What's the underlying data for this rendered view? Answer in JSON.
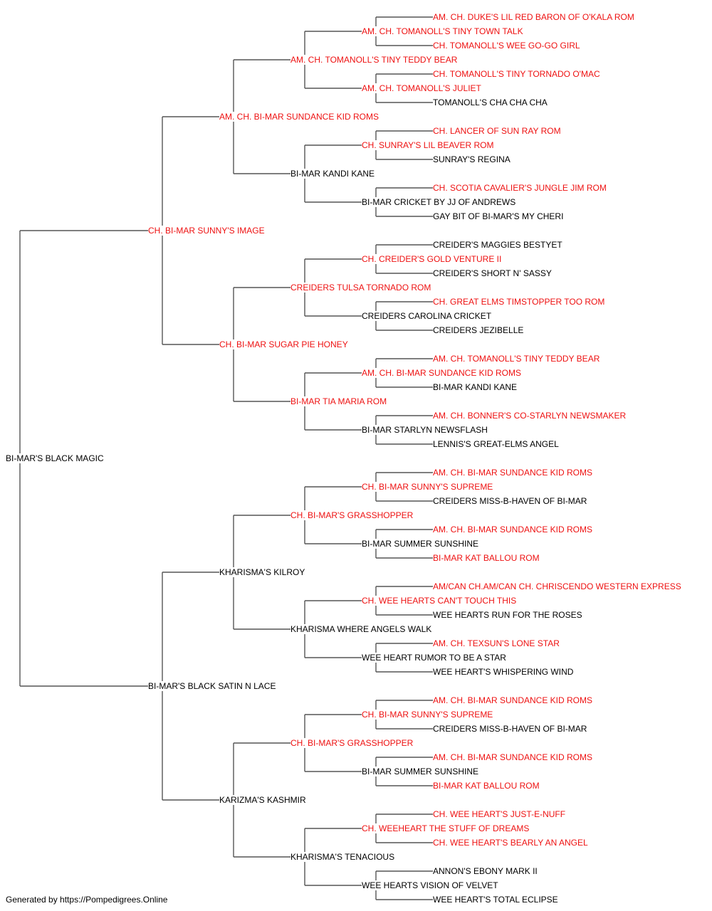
{
  "pedigree": {
    "subject": {
      "name": "BI-MAR'S BLACK MAGIC",
      "champion": false
    },
    "generation_1": [
      {
        "name": "CH. BI-MAR SUNNY'S IMAGE",
        "champion": true
      },
      {
        "name": "BI-MAR'S BLACK SATIN N LACE",
        "champion": false
      }
    ],
    "generation_2": [
      {
        "name": "AM. CH. BI-MAR SUNDANCE KID ROMS",
        "champion": true
      },
      {
        "name": "CH. BI-MAR SUGAR PIE HONEY",
        "champion": true
      },
      {
        "name": "KHARISMA'S KILROY",
        "champion": false
      },
      {
        "name": "KARIZMA'S KASHMIR",
        "champion": false
      }
    ],
    "generation_3": [
      {
        "name": "AM. CH. TOMANOLL'S TINY TEDDY BEAR",
        "champion": true
      },
      {
        "name": "BI-MAR KANDI KANE",
        "champion": false
      },
      {
        "name": "CREIDERS TULSA TORNADO ROM",
        "champion": true
      },
      {
        "name": "BI-MAR TIA MARIA ROM",
        "champion": true
      },
      {
        "name": "CH. BI-MAR'S GRASSHOPPER",
        "champion": true
      },
      {
        "name": "KHARISMA WHERE ANGELS WALK",
        "champion": false
      },
      {
        "name": "CH. BI-MAR'S GRASSHOPPER",
        "champion": true
      },
      {
        "name": "KHARISMA'S TENACIOUS",
        "champion": false
      }
    ],
    "generation_4": [
      {
        "name": "AM. CH. TOMANOLL'S TINY TOWN TALK",
        "champion": true
      },
      {
        "name": "AM. CH. TOMANOLL'S JULIET",
        "champion": true
      },
      {
        "name": "CH. SUNRAY'S LIL BEAVER ROM",
        "champion": true
      },
      {
        "name": "BI-MAR CRICKET BY JJ OF ANDREWS",
        "champion": false
      },
      {
        "name": "CH. CREIDER'S GOLD VENTURE II",
        "champion": true
      },
      {
        "name": "CREIDERS CAROLINA CRICKET",
        "champion": false
      },
      {
        "name": "AM. CH. BI-MAR SUNDANCE KID ROMS",
        "champion": true
      },
      {
        "name": "BI-MAR STARLYN NEWSFLASH",
        "champion": false
      },
      {
        "name": "CH. BI-MAR SUNNY'S SUPREME",
        "champion": true
      },
      {
        "name": "BI-MAR SUMMER SUNSHINE",
        "champion": false
      },
      {
        "name": "CH. WEE HEARTS CAN'T TOUCH THIS",
        "champion": true
      },
      {
        "name": "WEE HEART RUMOR TO BE A STAR",
        "champion": false
      },
      {
        "name": "CH. BI-MAR SUNNY'S SUPREME",
        "champion": true
      },
      {
        "name": "BI-MAR SUMMER SUNSHINE",
        "champion": false
      },
      {
        "name": "CH. WEEHEART THE STUFF OF DREAMS",
        "champion": true
      },
      {
        "name": "WEE HEARTS VISION OF VELVET",
        "champion": false
      }
    ],
    "generation_5": [
      {
        "name": "AM. CH. DUKE'S LIL RED BARON OF O'KALA ROM",
        "champion": true
      },
      {
        "name": "CH. TOMANOLL'S WEE GO-GO GIRL",
        "champion": true
      },
      {
        "name": "CH. TOMANOLL'S TINY TORNADO O'MAC",
        "champion": true
      },
      {
        "name": "TOMANOLL'S CHA CHA CHA",
        "champion": false
      },
      {
        "name": "CH. LANCER OF SUN RAY ROM",
        "champion": true
      },
      {
        "name": "SUNRAY'S REGINA",
        "champion": false
      },
      {
        "name": "CH. SCOTIA CAVALIER'S JUNGLE JIM ROM",
        "champion": true
      },
      {
        "name": "GAY BIT OF BI-MAR'S MY CHERI",
        "champion": false
      },
      {
        "name": "CREIDER'S MAGGIES BESTYET",
        "champion": false
      },
      {
        "name": "CREIDER'S SHORT N' SASSY",
        "champion": false
      },
      {
        "name": "CH. GREAT ELMS TIMSTOPPER TOO ROM",
        "champion": true
      },
      {
        "name": "CREIDERS JEZIBELLE",
        "champion": false
      },
      {
        "name": "AM. CH. TOMANOLL'S TINY TEDDY BEAR",
        "champion": true
      },
      {
        "name": "BI-MAR KANDI KANE",
        "champion": false
      },
      {
        "name": "AM. CH. BONNER'S CO-STARLYN NEWSMAKER",
        "champion": true
      },
      {
        "name": "LENNIS'S GREAT-ELMS ANGEL",
        "champion": false
      },
      {
        "name": "AM. CH. BI-MAR SUNDANCE KID ROMS",
        "champion": true
      },
      {
        "name": "CREIDERS MISS-B-HAVEN OF BI-MAR",
        "champion": false
      },
      {
        "name": "AM. CH. BI-MAR SUNDANCE KID ROMS",
        "champion": true
      },
      {
        "name": "BI-MAR KAT BALLOU ROM",
        "champion": true
      },
      {
        "name": "AM/CAN CH.AM/CAN CH. CHRISCENDO WESTERN EXPRESS",
        "champion": true
      },
      {
        "name": "WEE HEARTS RUN FOR THE ROSES",
        "champion": false
      },
      {
        "name": "AM. CH. TEXSUN'S LONE STAR",
        "champion": true
      },
      {
        "name": "WEE HEART'S WHISPERING WIND",
        "champion": false
      },
      {
        "name": "AM. CH. BI-MAR SUNDANCE KID ROMS",
        "champion": true
      },
      {
        "name": "CREIDERS MISS-B-HAVEN OF BI-MAR",
        "champion": false
      },
      {
        "name": "AM. CH. BI-MAR SUNDANCE KID ROMS",
        "champion": true
      },
      {
        "name": "BI-MAR KAT BALLOU ROM",
        "champion": true
      },
      {
        "name": "CH. WEE HEART'S JUST-E-NUFF",
        "champion": true
      },
      {
        "name": "CH. WEE HEART'S BEARLY AN ANGEL",
        "champion": true
      },
      {
        "name": "ANNON'S EBONY MARK II",
        "champion": false
      },
      {
        "name": "WEE HEART'S TOTAL ECLIPSE",
        "champion": false
      }
    ]
  },
  "colors": {
    "champion_text": "#ee1111",
    "regular_text": "#000000",
    "connector_line": "#555555"
  },
  "footer": {
    "text": "Generated by https://Pompedigrees.Online"
  }
}
